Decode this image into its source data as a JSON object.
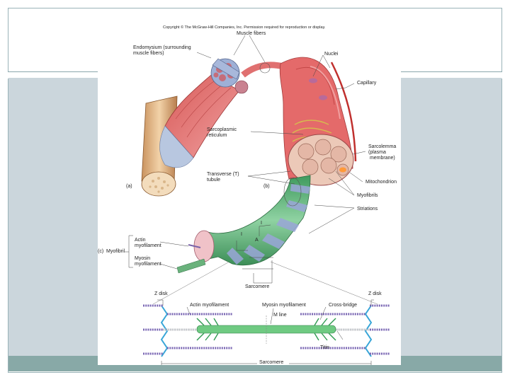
{
  "slide": {
    "colors": {
      "band_mid": "#cbd6dc",
      "band_bottom": "#88a9a7",
      "frame": "#9ab3b8"
    }
  },
  "figure": {
    "copyright": "Copyright © The McGraw-Hill Companies, Inc. Permission required for reproduction or display.",
    "labels": {
      "muscle_fibers": "Muscle fibers",
      "endomysium": "Endomysium (surrounding\nmuscle fibers)",
      "nuclei": "Nuclei",
      "capillary": "Capillary",
      "sarcoplasmic_reticulum": "Sarcoplasmic\nreticulum",
      "sarcolemma": "Sarcolemma\n(plasma\n membrane)",
      "transverse_tubule": "Transverse (T)\ntubule",
      "mitochondrion": "Mitochondrion",
      "panel_a": "(a)",
      "panel_b": "(b)",
      "myofibrils": "Myofibrils",
      "striations": "Striations",
      "actin_myofilament_c": "Actin\nmyofilament",
      "panel_c_myofibril": "(c)  Myofibril",
      "myosin_myofilament_c": "Myosin\nmyofilament",
      "i_band_left": "I",
      "a_band": "A",
      "i_band_right": "I",
      "sarcomere_c": "Sarcomere",
      "z_disk_left": "Z disk",
      "z_disk_right": "Z disk",
      "actin_myofilament_d": "Actin myofilament",
      "myosin_myofilament_d": "Myosin myofilament",
      "cross_bridge": "Cross-bridge",
      "m_line": "M line",
      "titin": "Titin",
      "sarcomere_d": "Sarcomere"
    }
  }
}
